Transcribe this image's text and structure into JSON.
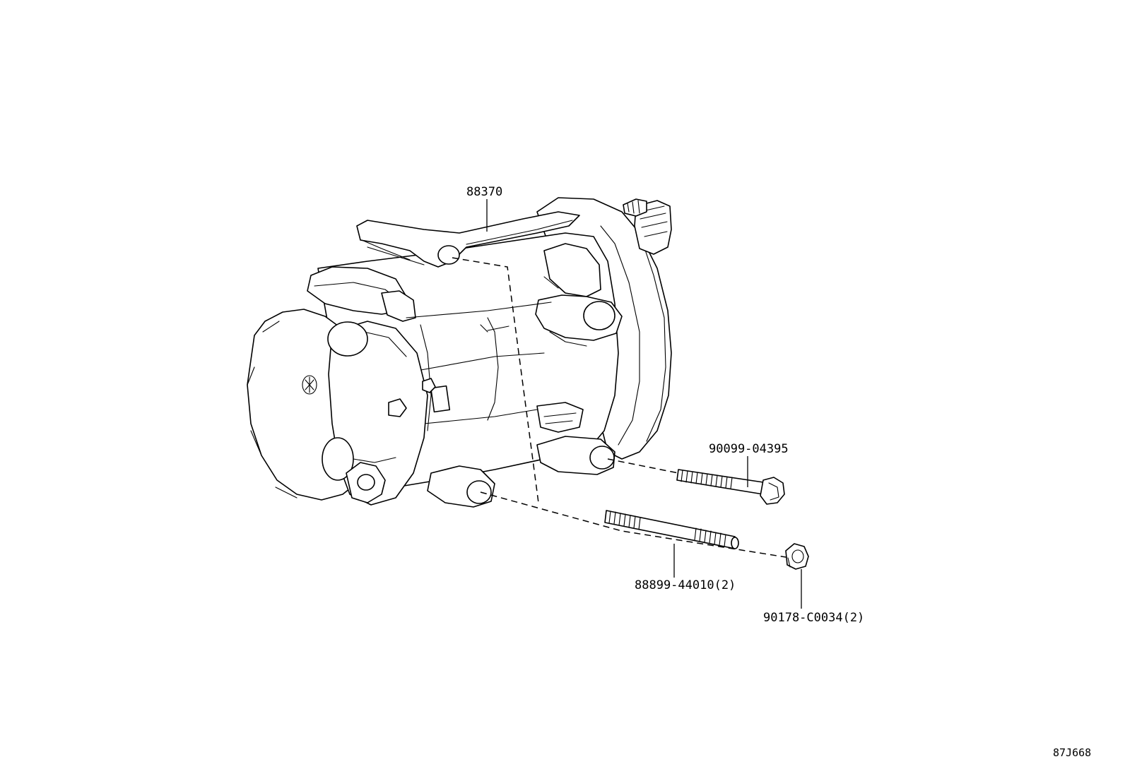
{
  "diagram": {
    "parts": [
      {
        "id": "compressor",
        "label": "88370"
      },
      {
        "id": "bolt",
        "label": "90099-04395"
      },
      {
        "id": "stud",
        "label": "88899-44010(2)"
      },
      {
        "id": "nut",
        "label": "90178-C0034(2)"
      }
    ],
    "reference_code": "87J668",
    "line_color": "#000000",
    "background": "#ffffff"
  }
}
